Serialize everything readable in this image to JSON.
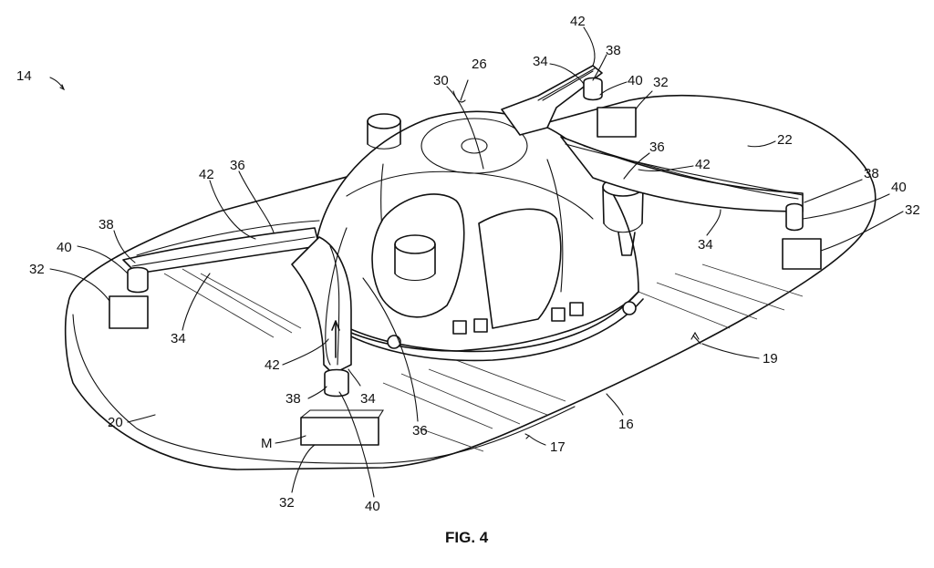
{
  "figure": {
    "caption": "FIG. 4",
    "labels": {
      "ref_14": "14",
      "ref_26": "26",
      "ref_30": "30",
      "ref_42_top": "42",
      "ref_38_top": "38",
      "ref_34_top": "34",
      "ref_40_top": "40",
      "ref_32_top": "32",
      "ref_22": "22",
      "ref_36_right": "36",
      "ref_42_right": "42",
      "ref_38_right": "38",
      "ref_40_right": "40",
      "ref_32_right": "32",
      "ref_34_right": "34",
      "ref_42_left": "42",
      "ref_36_left": "36",
      "ref_38_left": "38",
      "ref_40_left": "40",
      "ref_32_left": "32",
      "ref_34_left": "34",
      "ref_42_front": "42",
      "ref_38_front": "38",
      "ref_34_front": "34",
      "ref_36_front": "36",
      "ref_19": "19",
      "ref_16": "16",
      "ref_17": "17",
      "ref_20": "20",
      "ref_M": "M",
      "ref_32_front": "32",
      "ref_40_front": "40"
    }
  }
}
